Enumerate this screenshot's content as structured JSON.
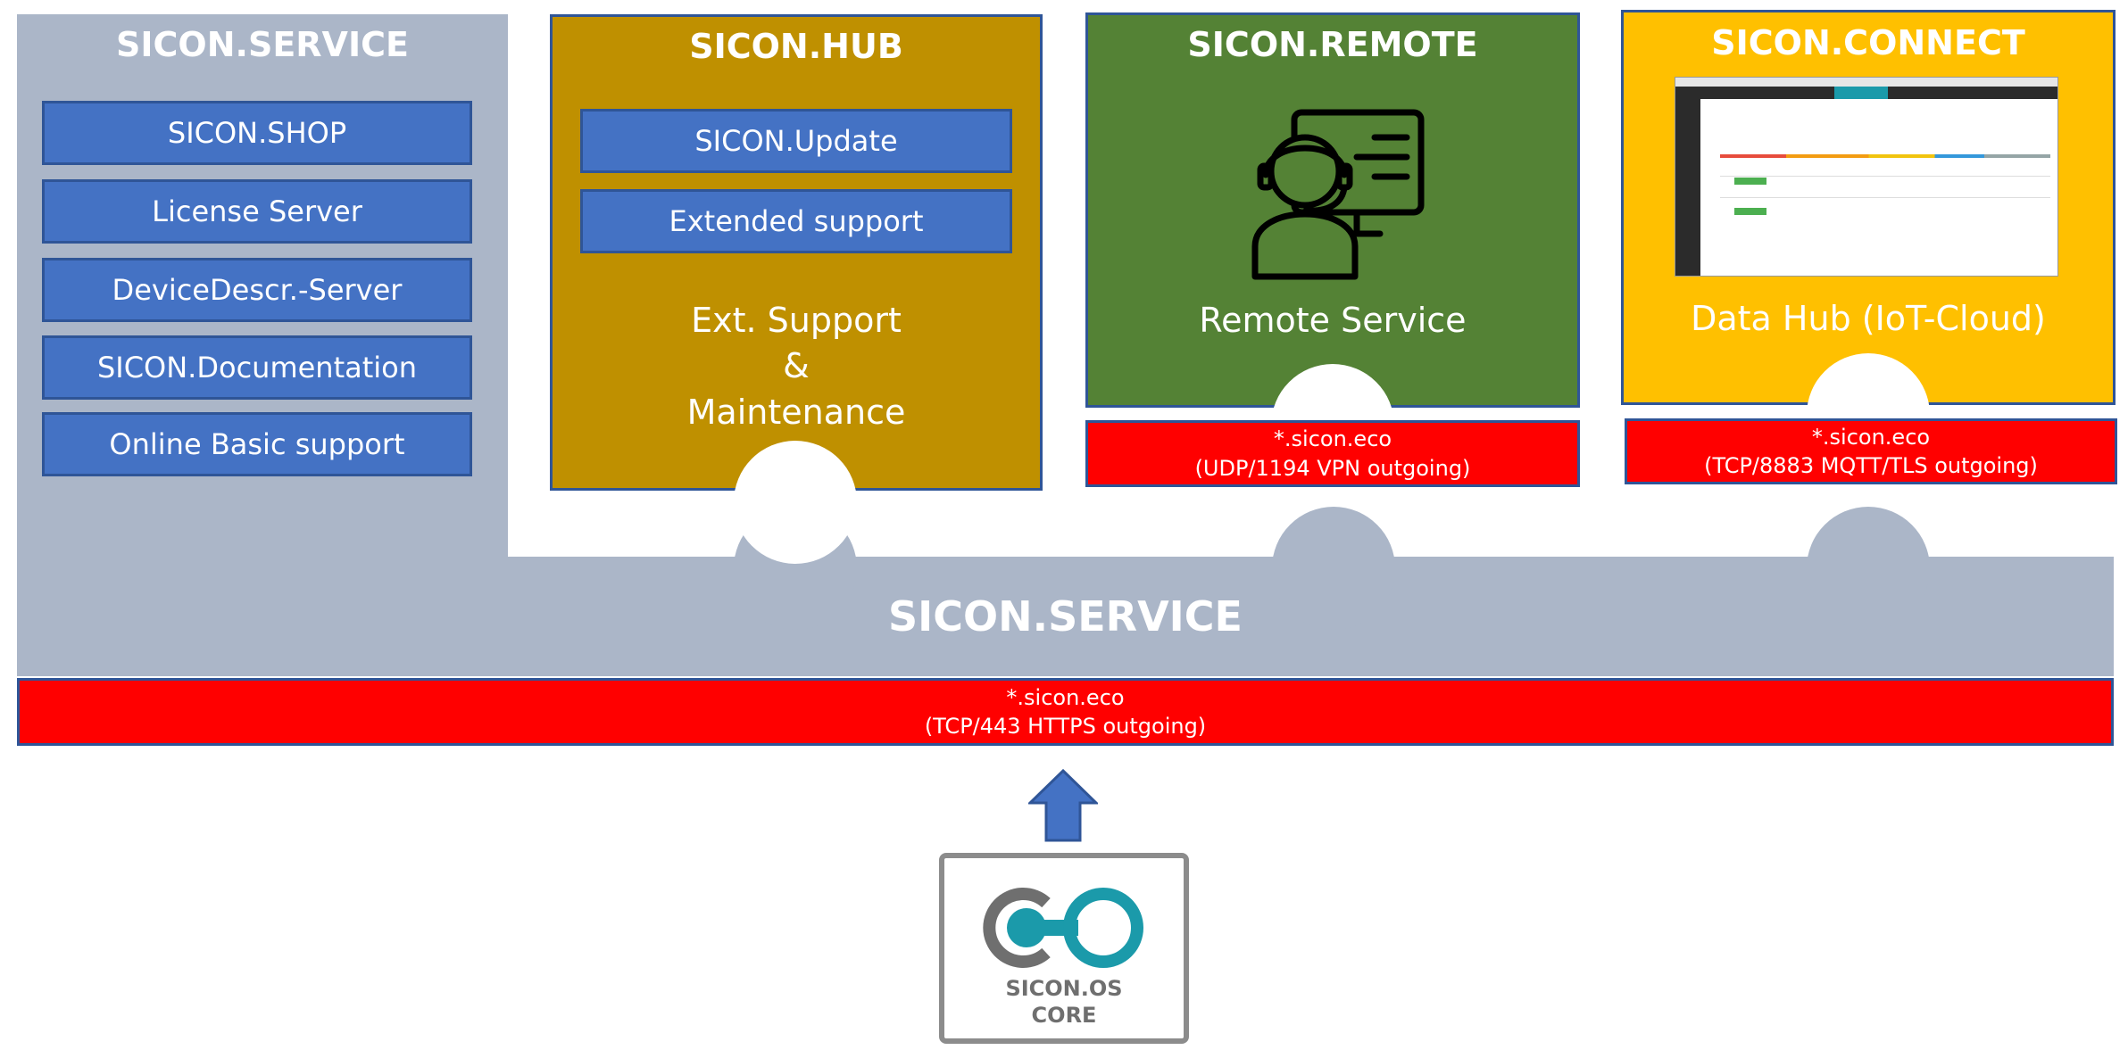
{
  "colors": {
    "service": "#abb6c8",
    "hub": "#bf9000",
    "remote": "#548235",
    "connect": "#ffc000",
    "item": "#4472c4",
    "port": "#ff0000",
    "border": "#2f5597",
    "logo_teal": "#1b9aaa",
    "logo_gray": "#6f6f6f"
  },
  "service_panel": {
    "title": "SICON.SERVICE",
    "items": [
      "SICON.SHOP",
      "License Server",
      "DeviceDescr.-Server",
      "SICON.Documentation",
      "Online Basic support"
    ]
  },
  "hub_panel": {
    "title": "SICON.HUB",
    "items": [
      "SICON.Update",
      "Extended support"
    ],
    "caption": [
      "Ext. Support",
      "&",
      "Maintenance"
    ]
  },
  "remote_panel": {
    "title": "SICON.REMOTE",
    "icon": "remote-support-agent-icon",
    "caption": "Remote Service",
    "port": {
      "host": "*.sicon.eco",
      "protocol": "(UDP/1194 VPN outgoing)"
    }
  },
  "connect_panel": {
    "title": "SICON.CONNECT",
    "image": "dashboard-screenshot",
    "caption": "Data Hub (IoT-Cloud)",
    "port": {
      "host": "*.sicon.eco",
      "protocol": "(TCP/8883 MQTT/TLS outgoing)"
    }
  },
  "base": {
    "title": "SICON.SERVICE",
    "port": {
      "host": "*.sicon.eco",
      "protocol": "(TCP/443 HTTPS outgoing)"
    }
  },
  "core": {
    "arrow": "up-arrow-icon",
    "logo_line1": "SICON.OS",
    "logo_line2": "CORE"
  }
}
